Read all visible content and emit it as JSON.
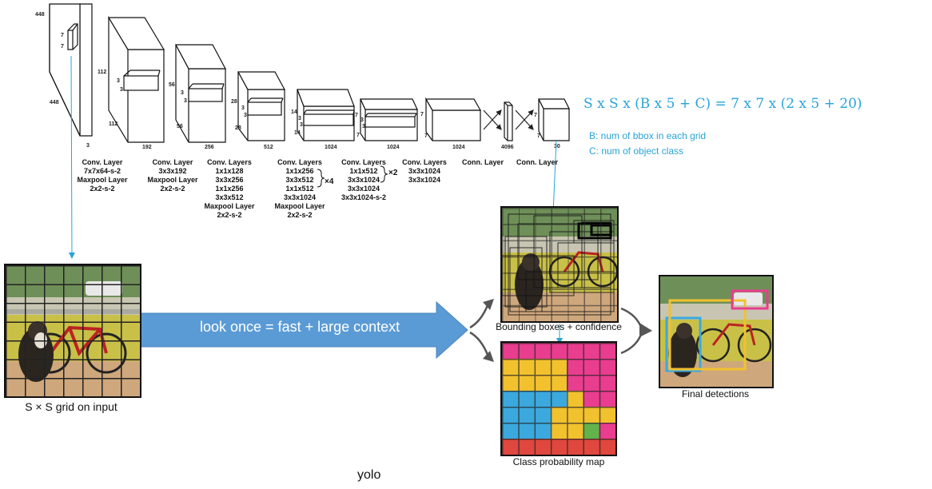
{
  "architecture": {
    "input_dims": {
      "top": "448",
      "side": "448",
      "kernel_a": "7",
      "kernel_b": "7",
      "depth": "3"
    },
    "blocks": [
      {
        "dims": [
          "112",
          "112",
          "3",
          "3"
        ],
        "depth": "192"
      },
      {
        "dims": [
          "56",
          "56",
          "3",
          "3"
        ],
        "depth": "256"
      },
      {
        "dims": [
          "28",
          "28",
          "3",
          "3"
        ],
        "depth": "512"
      },
      {
        "dims": [
          "14",
          "14",
          "3",
          "3"
        ],
        "depth": "1024"
      },
      {
        "dims": [
          "7",
          "7",
          "3",
          "3"
        ],
        "depth": "1024"
      },
      {
        "dims": [
          "7",
          "7"
        ],
        "depth": "1024"
      },
      {
        "dims": [],
        "depth": "4096"
      },
      {
        "dims": [
          "7",
          "7"
        ],
        "depth": "30"
      }
    ],
    "layer_labels": [
      "Conv. Layer\n7x7x64-s-2\nMaxpool Layer\n2x2-s-2",
      "Conv. Layer\n3x3x192\nMaxpool Layer\n2x2-s-2",
      "Conv. Layers\n1x1x128\n3x3x256\n1x1x256\n3x3x512\nMaxpool Layer\n2x2-s-2",
      "Conv. Layers\n1x1x256\n3x3x512\n1x1x512\n3x3x1024\nMaxpool Layer\n2x2-s-2",
      "Conv. Layers\n1x1x512\n3x3x1024\n3x3x1024\n3x3x1024-s-2",
      "Conv. Layers\n3x3x1024\n3x3x1024",
      "Conn. Layer",
      "Conn. Layer"
    ],
    "repeat_a": "×4",
    "repeat_b": "×2"
  },
  "formula": "S x S x (B x 5 + C) = 7 x 7 x (2 x 5 + 20)",
  "notes": {
    "b": "B: num of bbox in each grid",
    "c": "C: num of object class"
  },
  "pipeline": {
    "input_caption": "S × S grid on input",
    "arrow_text": "look once = fast + large context",
    "bbox_caption": "Bounding boxes + confidence",
    "classmap_caption": "Class probability map",
    "final_caption": "Final detections"
  },
  "footer": "yolo",
  "colors": {
    "accent": "#29a3d8",
    "arrow": "#5b9bd5",
    "class_yellow": "#f2c12e",
    "class_pink": "#e93d8f",
    "class_blue": "#3ba9de",
    "class_green": "#62b34a",
    "class_red": "#e0473e"
  }
}
